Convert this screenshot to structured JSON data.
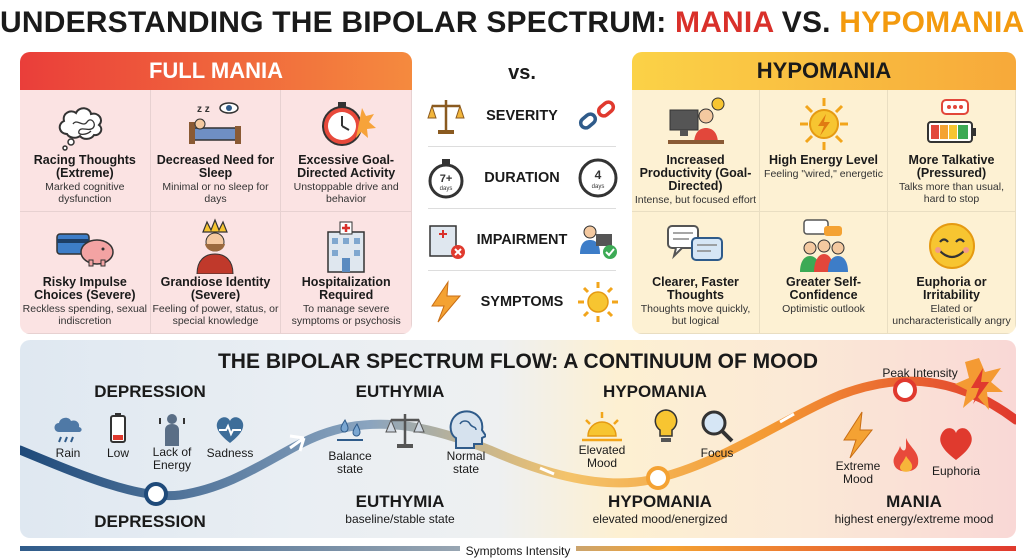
{
  "title": {
    "prefix": "UNDERSTANDING THE BIPOLAR SPECTRUM:",
    "mania": "MANIA",
    "vs": "VS.",
    "hypomania": "HYPOMANIA"
  },
  "colors": {
    "mania": "#d9302a",
    "hypomania": "#f39a0e",
    "depression": "#2f5b8a"
  },
  "mania": {
    "header": "FULL MANIA",
    "cells": [
      {
        "icon": "tangled-thoughts-icon",
        "title": "Racing Thoughts (Extreme)",
        "desc": "Marked cognitive dysfunction"
      },
      {
        "icon": "sleepless-bed-icon",
        "title": "Decreased Need for Sleep",
        "desc": "Minimal or no sleep for days"
      },
      {
        "icon": "exploding-clock-icon",
        "title": "Excessive Goal-Directed Activity",
        "desc": "Unstoppable drive and behavior"
      },
      {
        "icon": "credit-card-piggy-bank-icon",
        "title": "Risky Impulse Choices (Severe)",
        "desc": "Reckless spending, sexual indiscretion"
      },
      {
        "icon": "king-icon",
        "title": "Grandiose Identity (Severe)",
        "desc": "Feeling of power, status, or special knowledge"
      },
      {
        "icon": "hospital-icon",
        "title": "Hospitalization Required",
        "desc": "To manage severe symptoms or psychosis"
      }
    ]
  },
  "comparison": {
    "vs": "vs.",
    "rows": [
      {
        "label": "SEVERITY",
        "left_icon": "scale-icon",
        "right_icon": "broken-chain-icon"
      },
      {
        "label": "DURATION",
        "left_icon": "stopwatch-7-days-icon",
        "left_text": "7+",
        "left_sub": "days",
        "right_icon": "clock-4-days-icon",
        "right_text": "4",
        "right_sub": "days"
      },
      {
        "label": "IMPAIRMENT",
        "left_icon": "hospital-x-icon",
        "right_icon": "working-person-check-icon"
      },
      {
        "label": "SYMPTOMS",
        "left_icon": "lightning-icon",
        "right_icon": "sun-icon"
      }
    ]
  },
  "hypomania": {
    "header": "HYPOMANIA",
    "cells": [
      {
        "icon": "person-at-computer-icon",
        "title": "Increased Productivity (Goal-Directed)",
        "desc": "Intense, but focused effort"
      },
      {
        "icon": "energy-sun-icon",
        "title": "High Energy Level",
        "desc": "Feeling \"wired,\" energetic"
      },
      {
        "icon": "battery-chat-icon",
        "title": "More Talkative (Pressured)",
        "desc": "Talks more than usual, hard to stop"
      },
      {
        "icon": "speech-bubbles-icon",
        "title": "Clearer, Faster Thoughts",
        "desc": "Thoughts move quickly, but logical"
      },
      {
        "icon": "group-icon",
        "title": "Greater Self-Confidence",
        "desc": "Optimistic outlook"
      },
      {
        "icon": "smiley-icon",
        "title": "Euphoria or Irritability",
        "desc": "Elated or uncharacteristically angry"
      }
    ]
  },
  "flow": {
    "title": "THE BIPOLAR SPECTRUM FLOW: A CONTINUUM OF MOOD",
    "sections": [
      {
        "heading": "DEPRESSION",
        "icons": [
          "Rain",
          "Low",
          "Lack of Energy",
          "Sadness"
        ],
        "footer": "DEPRESSION",
        "footer_sub": ""
      },
      {
        "heading": "EUTHYMIA",
        "icons": [
          "Balance state",
          "Normal state"
        ],
        "footer": "EUTHYMIA",
        "footer_sub": "baseline/stable state"
      },
      {
        "heading": "HYPOMANIA",
        "icons": [
          "Elevated Mood",
          "Focus"
        ],
        "footer": "HYPOMANIA",
        "footer_sub": "elevated mood/energized"
      },
      {
        "heading": "",
        "icons": [
          "Extreme Mood",
          "Euphoria"
        ],
        "footer": "MANIA",
        "footer_sub": "highest energy/extreme mood"
      }
    ],
    "peak_label": "Peak Intensity"
  },
  "axis_label": "Symptoms Intensity"
}
